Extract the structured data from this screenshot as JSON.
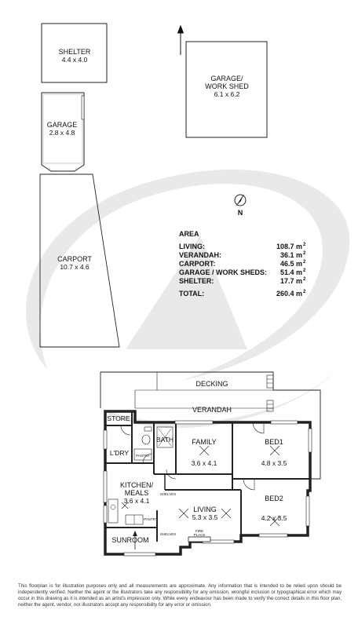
{
  "buildings": {
    "shelter": {
      "name": "SHELTER",
      "size": "4.4 x 4.0"
    },
    "garage": {
      "name": "GARAGE",
      "size": "2.8 x 4.8"
    },
    "carport": {
      "name": "CARPORT",
      "size": "10.7 x 4.6"
    },
    "garage_work_shed": {
      "name_line1": "GARAGE/",
      "name_line2": "WORK SHED",
      "size": "6.1 x 6.2"
    }
  },
  "compass": {
    "north": "N"
  },
  "area_table": {
    "title": "AREA",
    "rows": [
      {
        "label": "LIVING:",
        "value": "108.7 m",
        "unit_sup": "2"
      },
      {
        "label": "VERANDAH:",
        "value": "36.1 m",
        "unit_sup": "2"
      },
      {
        "label": "CARPORT:",
        "value": "46.5 m",
        "unit_sup": "2"
      },
      {
        "label": "GARAGE / WORK SHEDS:",
        "value": "51.4 m",
        "unit_sup": "2"
      },
      {
        "label": "SHELTER:",
        "value": "17.7 m",
        "unit_sup": "2"
      }
    ],
    "total": {
      "label": "TOTAL:",
      "value": "260.4 m",
      "unit_sup": "2"
    }
  },
  "house": {
    "decking": "DECKING",
    "verandah": "VERANDAH",
    "store": "STORE",
    "bath": "BATH",
    "laundry": "L'DRY",
    "pantry_upper": "PANTRY",
    "family": {
      "name": "FAMILY",
      "size": "3.6 x 4.1"
    },
    "bed1": {
      "name": "BED1",
      "size": "4.8 x 3.5"
    },
    "kitchen": {
      "name_line1": "KITCHEN/",
      "name_line2": "MEALS",
      "size": "3.6 x 4.1"
    },
    "shelves_upper": "SHELVES",
    "living": {
      "name": "LIVING",
      "size": "5.3 x 3.5"
    },
    "bed2": {
      "name": "BED2",
      "size": "4.2 x 3.5"
    },
    "pantry_lower": "PANTRY",
    "shelves_lower": "SHELVES",
    "fireplace_line1": "FIRE",
    "fireplace_line2": "PLACE",
    "sunroom": "SUNROOM"
  },
  "disclaimer": "This floorplan is for illustration purposes only and all measurements are approximate. Any information that is intended to be relied upon should be independently verified. Neither the agent or the illustrators take any responsibility for any omission, wrongful inclusion or typographical error which may occur in this drawing as it is intended as an artist's impression only. While every endeavour has been made to verify the correct details in this floor plan, neither the agent, vendor, nor illustrators accept any responsibility for any error or omission."
}
